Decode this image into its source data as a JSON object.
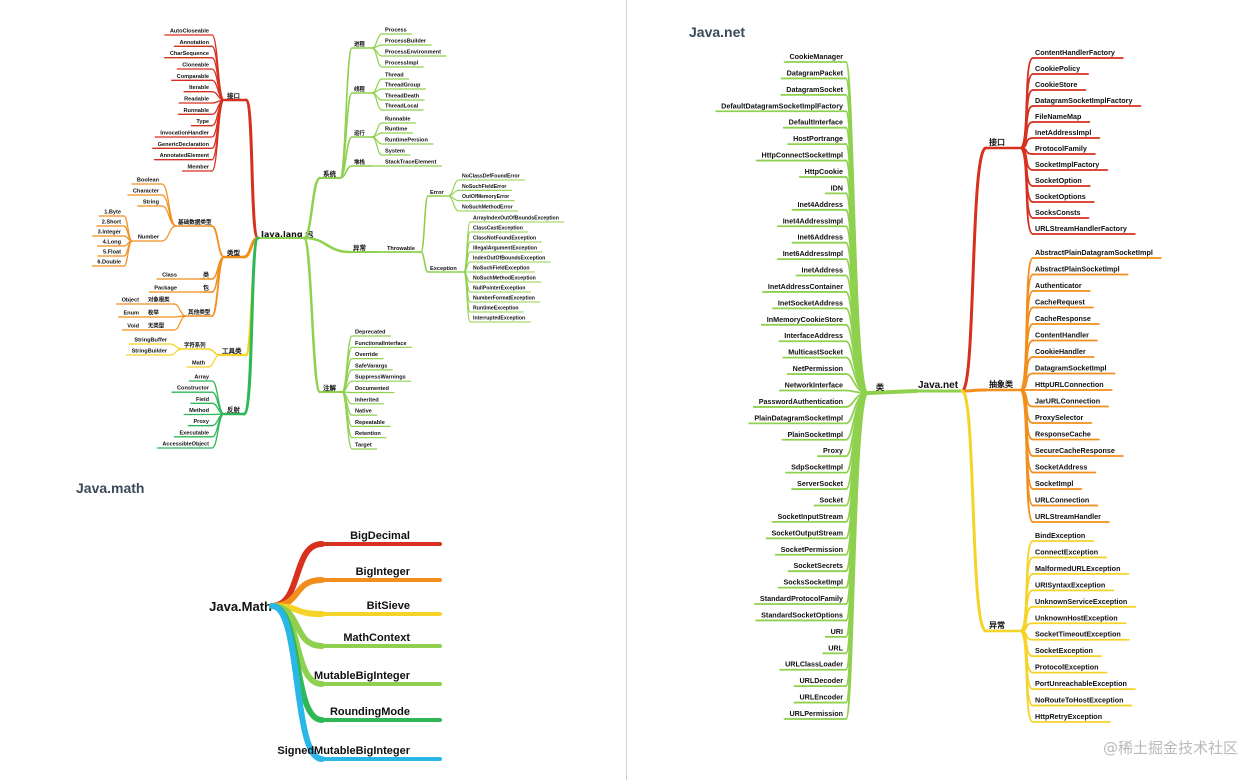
{
  "titles": {
    "net": "Java.net",
    "math": "Java.math"
  },
  "watermark": "@稀土掘金技术社区",
  "colors": {
    "red": "#d7301f",
    "orange": "#f28e1c",
    "yellow": "#f5d328",
    "lime": "#8fd14f",
    "green": "#2eb857",
    "cyan": "#2bb6e8",
    "title": "#3a4a5a"
  },
  "lang": {
    "root": "Java.lang 包",
    "interfaces": {
      "label": "接口",
      "items": [
        "AutoCloseable",
        "Annotation",
        "CharSequence",
        "Cloneable",
        "Comparable",
        "Iterable",
        "Readable",
        "Runnable",
        "Type",
        "InvocationHandler",
        "GenericDeclaration",
        "AnnotatedElement",
        "Member"
      ]
    },
    "types": {
      "label": "类型",
      "basic": {
        "label": "基础数据类型",
        "direct": [
          "Boolean",
          "Character",
          "String"
        ],
        "number": {
          "label": "Number",
          "items": [
            "1.Byte",
            "2.Short",
            "3.Integer",
            "4.Long",
            "5.Float",
            "6.Double"
          ]
        }
      },
      "class": {
        "label": "类",
        "item": "Class"
      },
      "package": {
        "label": "包",
        "item": "Package"
      },
      "other": {
        "label": "其他类型",
        "items": [
          {
            "name": "Object",
            "tag": "对象根类"
          },
          {
            "name": "Enum",
            "tag": "枚举"
          },
          {
            "name": "Void",
            "tag": "无类型"
          }
        ]
      }
    },
    "tools": {
      "label": "工具类",
      "string_group": {
        "label": "字符系列",
        "items": [
          "StringBuffer",
          "StringBuilder"
        ]
      },
      "math": "Math"
    },
    "reflect": {
      "label": "反射",
      "items": [
        "Array",
        "Constructor",
        "Field",
        "Method",
        "Proxy",
        "Executable",
        "AccessibleObject"
      ]
    },
    "system": {
      "label": "系统",
      "groups": [
        {
          "label": "进程",
          "items": [
            "Process",
            "ProcessBuilder",
            "ProcessEnvironment",
            "ProcessImpl"
          ]
        },
        {
          "label": "线程",
          "items": [
            "Thread",
            "ThreadGroup",
            "ThreadDeath",
            "ThreadLocal"
          ]
        },
        {
          "label": "运行",
          "items": [
            "Runnable",
            "Runtime",
            "RuntimePersion",
            "System"
          ]
        },
        {
          "label": "堆栈",
          "items": [
            "StackTraceElement"
          ]
        }
      ]
    },
    "exceptions": {
      "label": "异常",
      "throwable": "Throwable",
      "error": {
        "label": "Error",
        "items": [
          "NoClassDefFoundError",
          "NoSuchFieldError",
          "OutOfMemoryError",
          "NoSuchMethodError"
        ]
      },
      "exception": {
        "label": "Exception",
        "items": [
          "ArrayIndexOutOfBoundsException",
          "ClassCastException",
          "ClassNotFoundException",
          "IllegalArgumentException",
          "IndexOutOfBoundsException",
          "NoSuchFieldException",
          "NoSuchMethodException",
          "NullPointerException",
          "NumberFormatException",
          "RuntimeException",
          "InterruptedException"
        ]
      }
    },
    "annotations": {
      "label": "注解",
      "items": [
        "Deprecated",
        "FunctionalInterface",
        "Override",
        "SafeVarargs",
        "SuppressWarnings",
        "Documented",
        "Inherited",
        "Native",
        "Repeatable",
        "Retention",
        "Target"
      ]
    }
  },
  "math": {
    "root": "Java.Math",
    "items": [
      "BigDecimal",
      "BigInteger",
      "BitSieve",
      "MathContext",
      "MutableBigInteger",
      "RoundingMode",
      "SignedMutableBigInteger"
    ]
  },
  "net": {
    "root": "Java.net",
    "classes": {
      "label": "类",
      "items": [
        "CookieManager",
        "DatagramPacket",
        "DatagramSocket",
        "DefaultDatagramSocketImplFactory",
        "DefaultInterface",
        "HostPortrange",
        "HttpConnectSocketImpl",
        "HttpCookie",
        "IDN",
        "Inet4Address",
        "Inet4AddressImpl",
        "Inet6Address",
        "Inet6AddressImpl",
        "InetAddress",
        "InetAddressContainer",
        "InetSocketAddress",
        "InMemoryCookieStore",
        "InterfaceAddress",
        "MulticastSocket",
        "NetPermission",
        "NetworkInterface",
        "PasswordAuthentication",
        "PlainDatagramSocketImpl",
        "PlainSocketImpl",
        "Proxy",
        "SdpSocketImpl",
        "ServerSocket",
        "Socket",
        "SocketInputStream",
        "SocketOutputStream",
        "SocketPermission",
        "SocketSecrets",
        "SocksSocketImpl",
        "StandardProtocolFamily",
        "StandardSocketOptions",
        "URI",
        "URL",
        "URLClassLoader",
        "URLDecoder",
        "URLEncoder",
        "URLPermission"
      ]
    },
    "interfaces": {
      "label": "接口",
      "items": [
        "ContentHandlerFactory",
        "CookiePolicy",
        "CookieStore",
        "DatagramSocketImplFactory",
        "FileNameMap",
        "InetAddressImpl",
        "ProtocolFamily",
        "SocketImplFactory",
        "SocketOption",
        "SocketOptions",
        "SocksConsts",
        "URLStreamHandlerFactory"
      ]
    },
    "abstract": {
      "label": "抽象类",
      "items": [
        "AbstractPlainDatagramSocketImpl",
        "AbstractPlainSocketImpl",
        "Authenticator",
        "CacheRequest",
        "CacheResponse",
        "ContentHandler",
        "CookieHandler",
        "DatagramSocketImpl",
        "HttpURLConnection",
        "JarURLConnection",
        "ProxySelector",
        "ResponseCache",
        "SecureCacheResponse",
        "SocketAddress",
        "SocketImpl",
        "URLConnection",
        "URLStreamHandler"
      ]
    },
    "exceptions": {
      "label": "异常",
      "items": [
        "BindException",
        "ConnectException",
        "MalformedURLException",
        "URISyntaxException",
        "UnknownServiceException",
        "UnknownHostException",
        "SocketTimeoutException",
        "SocketException",
        "ProtocolException",
        "PortUnreachableException",
        "NoRouteToHostException",
        "HttpRetryException"
      ]
    }
  }
}
